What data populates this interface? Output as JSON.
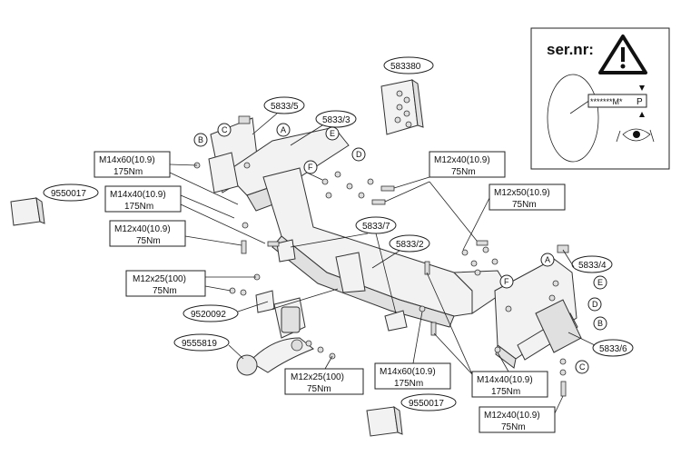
{
  "serial_box": {
    "title": "ser.nr:",
    "plate_text": "*******M*",
    "plate_letter": "P"
  },
  "part_numbers": {
    "kit_583380": "583380",
    "cap_left": "9550017",
    "cap_bottom": "9550017",
    "bracket_5833_5": "5833/5",
    "bracket_5833_3": "5833/3",
    "bracket_5833_7": "5833/7",
    "crossbar_5833_2": "5833/2",
    "bracket_5833_4": "5833/4",
    "bracket_5833_6": "5833/6",
    "socket_plate": "9520092",
    "towball": "9555819"
  },
  "specs": {
    "s1": {
      "bolt": "M14x60(10.9)",
      "torque": "175Nm"
    },
    "s2": {
      "bolt": "M14x40(10.9)",
      "torque": "175Nm"
    },
    "s3": {
      "bolt": "M12x40(10.9)",
      "torque": "75Nm"
    },
    "s4": {
      "bolt": "M12x25(100)",
      "torque": "75Nm"
    },
    "s5": {
      "bolt": "M12x25(100)",
      "torque": "75Nm"
    },
    "s6": {
      "bolt": "M12x40(10.9)",
      "torque": "75Nm"
    },
    "s7": {
      "bolt": "M12x50(10.9)",
      "torque": "75Nm"
    },
    "s8": {
      "bolt": "M14x60(10.9)",
      "torque": "175Nm"
    },
    "s9": {
      "bolt": "M14x40(10.9)",
      "torque": "175Nm"
    },
    "s10": {
      "bolt": "M12x40(10.9)",
      "torque": "75Nm"
    }
  },
  "letters": {
    "A": "A",
    "B": "B",
    "C": "C",
    "D": "D",
    "E": "E",
    "F": "F"
  },
  "icons": [
    "warning-icon",
    "eye-icon"
  ]
}
